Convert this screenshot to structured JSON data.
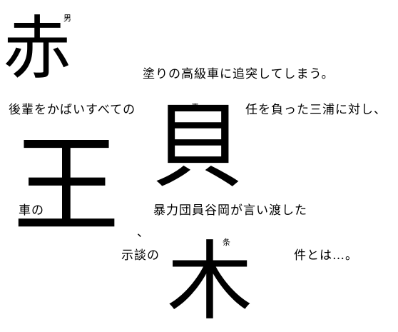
{
  "ruby": {
    "first": "男",
    "second": "責",
    "third": "条"
  },
  "big_chars": {
    "first": "赤",
    "second": "貝",
    "third": "王",
    "fourth": "木"
  },
  "lines": {
    "line1": "塗りの高級車に追突してしまう。",
    "line2a": "後輩をかばいすべての",
    "line2b": "任を負った三浦に対し、",
    "line3a": "車の",
    "line3b": "暴力団員谷岡が言い渡した",
    "line4a": "示談の",
    "line4b": "件とは…。"
  },
  "punct": {
    "comma": "、"
  }
}
